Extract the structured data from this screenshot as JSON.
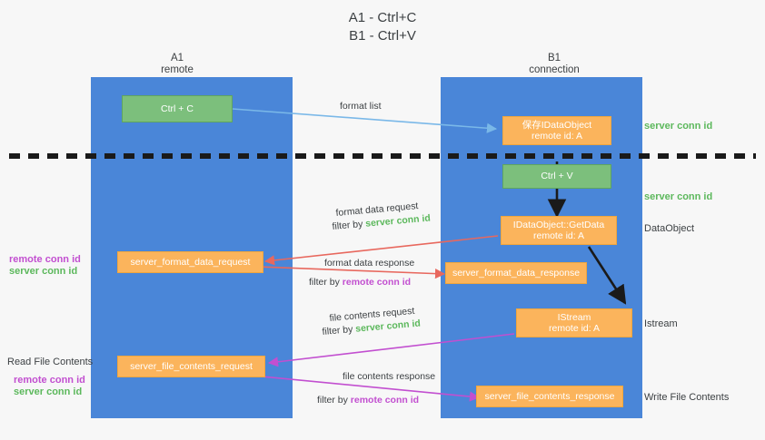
{
  "title": {
    "line1": "A1 - Ctrl+C",
    "line2": "B1 - Ctrl+V"
  },
  "columns": [
    {
      "name": "A1",
      "sub": "remote"
    },
    {
      "name": "B1",
      "sub": "connection"
    }
  ],
  "boxes": {
    "ctrl_c": {
      "line1": "Ctrl + C",
      "line2": "",
      "color": "#7cbf7c"
    },
    "idataobject_store": {
      "line1": "保存IDataObject",
      "line2": "remote id: A",
      "color": "#fbb45c"
    },
    "ctrl_v": {
      "line1": "Ctrl + V",
      "line2": "",
      "color": "#7cbf7c"
    },
    "getdata": {
      "line1": "IDataObject::GetData",
      "line2": "remote id: A",
      "color": "#fbb45c"
    },
    "istream": {
      "line1": "IStream",
      "line2": "remote id: A",
      "color": "#fbb45c"
    },
    "fmt_req": {
      "line1": "server_format_data_request",
      "line2": "",
      "color": "#fbb45c"
    },
    "fmt_resp": {
      "line1": "server_format_data_response",
      "line2": "",
      "color": "#fbb45c"
    },
    "file_req": {
      "line1": "server_file_contents_request",
      "line2": "",
      "color": "#fbb45c"
    },
    "file_resp": {
      "line1": "server_file_contents_response",
      "line2": "",
      "color": "#fbb45c"
    }
  },
  "flow_labels": {
    "format_list": "format list",
    "fmt_data_request": "format data request",
    "fmt_data_req_filter_prefix": "filter by ",
    "fmt_data_req_filter_value": "server conn id",
    "fmt_data_response": "format data response",
    "fmt_data_resp_filter_prefix": "filter by ",
    "fmt_data_resp_filter_value": "remote conn id",
    "file_contents_request": "file contents request",
    "file_req_filter_prefix": "filter by ",
    "file_req_filter_value": "server conn id",
    "file_contents_response": "file contents response",
    "file_resp_filter_prefix": "filter by ",
    "file_resp_filter_value": "remote conn id"
  },
  "right_captions": {
    "server_conn_id_top": "server conn id",
    "server_conn_id_mid": "server conn id",
    "dataobject": "DataObject",
    "istream": "Istream",
    "write_file_contents": "Write File Contents"
  },
  "left_captions": {
    "remote_conn_id_1": "remote conn id",
    "server_conn_id_1": "server conn id",
    "read_file_contents": "Read File Contents",
    "remote_conn_id_2": "remote conn id",
    "server_conn_id_2": "server conn id"
  },
  "colors": {
    "lane": "#4a86d8",
    "orange": "#fbb45c",
    "green_box": "#7cbf7c",
    "green_text": "#5cb85c",
    "magenta_text": "#c24fd0",
    "red_arrow": "#e8685e",
    "blue_arrow": "#7ab8e8",
    "black_arrow": "#1a1a1a",
    "background": "#f7f7f7"
  }
}
